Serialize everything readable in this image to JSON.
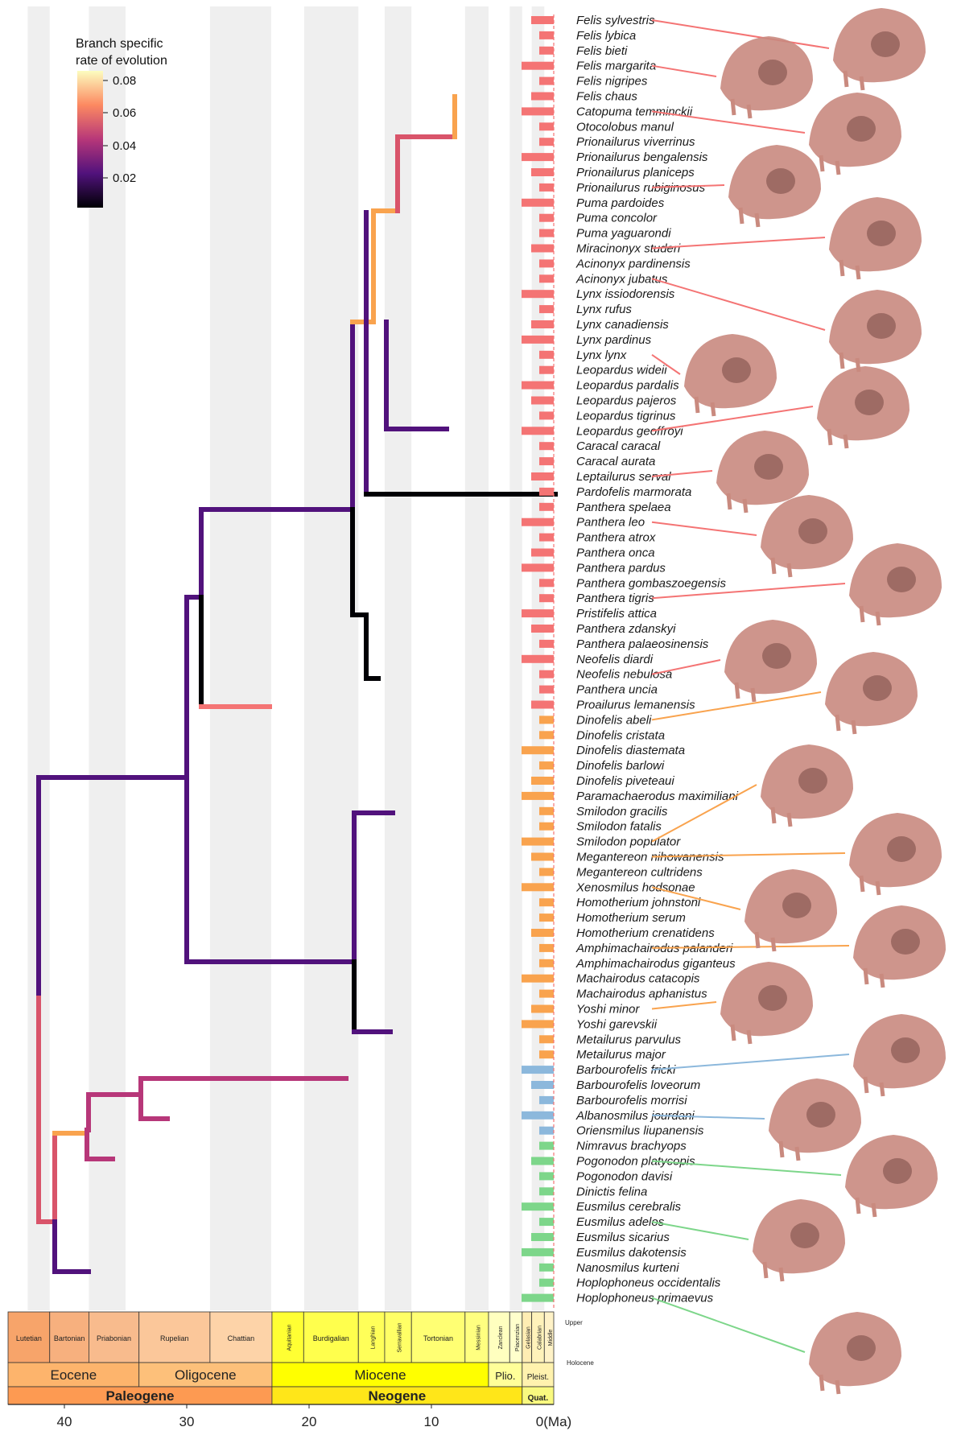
{
  "legend": {
    "title_line1": "Branch specific",
    "title_line2": "rate of evolution",
    "ticks": [
      "0.08",
      "0.06",
      "0.04",
      "0.02"
    ],
    "ramp": [
      "#fcfdbf",
      "#fc8961",
      "#b73779",
      "#51127c",
      "#000004"
    ]
  },
  "taxa": [
    "Felis  sylvestris",
    "Felis  lybica",
    "Felis  bieti",
    "Felis  margarita",
    "Felis  nigripes",
    "Felis  chaus",
    "Catopuma  temminckii",
    "Otocolobus  manul",
    "Prionailurus  viverrinus",
    "Prionailurus  bengalensis",
    "Prionailurus  planiceps",
    "Prionailurus  rubiginosus",
    "Puma  pardoides",
    "Puma  concolor",
    "Puma  yaguarondi",
    "Miracinonyx  studeri",
    "Acinonyx  pardinensis",
    "Acinonyx  jubatus",
    "Lynx  issiodorensis",
    "Lynx  rufus",
    "Lynx  canadiensis",
    "Lynx  pardinus",
    "Lynx  lynx",
    "Leopardus  wideii",
    "Leopardus  pardalis",
    "Leopardus  pajeros",
    "Leopardus  tigrinus",
    "Leopardus  geoffroyi",
    "Caracal  caracal",
    "Caracal  aurata",
    "Leptailurus  serval",
    "Pardofelis  marmorata",
    "Panthera  spelaea",
    "Panthera  leo",
    "Panthera  atrox",
    "Panthera  onca",
    "Panthera  pardus",
    "Panthera  gombaszoegensis",
    "Panthera  tigris",
    "Pristifelis  attica",
    "Panthera  zdanskyi",
    "Panthera  palaeosinensis",
    "Neofelis  diardi",
    "Neofelis  nebulosa",
    "Panthera  uncia",
    "Proailurus  lemanensis",
    "Dinofelis  abeli",
    "Dinofelis  cristata",
    "Dinofelis  diastemata",
    "Dinofelis  barlowi",
    "Dinofelis  piveteaui",
    "Paramachaerodus  maximiliani",
    "Smilodon  gracilis",
    "Smilodon  fatalis",
    "Smilodon  populator",
    "Megantereon  nihowanensis",
    "Megantereon  cultridens",
    "Xenosmilus  hodsonae",
    "Homotherium  johnstoni",
    "Homotherium  serum",
    "Homotherium  crenatidens",
    "Amphimachairodus  palanderi",
    "Amphimachairodus  giganteus",
    "Machairodus  catacopis",
    "Machairodus  aphanistus",
    "Yoshi  minor",
    "Yoshi  garevskii",
    "Metailurus  parvulus",
    "Metailurus  major",
    "Barbourofelis  fricki",
    "Barbourofelis  loveorum",
    "Barbourofelis  morrisi",
    "Albanosmilus  jourdani",
    "Oriensmilus  liupanensis",
    "Nimravus  brachyops",
    "Pogonodon  platycopis",
    "Pogonodon  davisi",
    "Dinictis  felina",
    "Eusmilus  cerebralis",
    "Eusmilus  adelos",
    "Eusmilus  sicarius",
    "Eusmilus  dakotensis",
    "Nanosmilus  kurteni",
    "Hoplophoneus  occidentalis",
    "Hoplophoneus  primaevus"
  ],
  "axis": {
    "ticks": [
      "40",
      "30",
      "20",
      "10"
    ],
    "zero_label": "0(Ma)"
  },
  "timescale": {
    "stages": [
      "Lutetian",
      "Bartonian",
      "Priabonian",
      "Rupelian",
      "Chattian",
      "Aquitanian",
      "Burdigalian",
      "Langhian",
      "Serravallian",
      "Tortonian",
      "Messinian",
      "Zanclean",
      "Piacenzian",
      "Gelasian",
      "Calabrian",
      "Middle"
    ],
    "upper_label": "Upper",
    "holocene_label": "Holocene",
    "epochs": [
      "Eocene",
      "Oligocene",
      "Miocene",
      "Plio.",
      "Pleist."
    ],
    "periods": [
      "Paleogene",
      "Neogene",
      "Quat."
    ]
  },
  "colors": {
    "felid_bar": "#f47474",
    "machairodont_bar": "#f9a34e",
    "barbourofelid_bar": "#8cb8dc",
    "nimravid_bar": "#7dd68a",
    "skull": "#c98a7f",
    "band": "#efefef"
  }
}
